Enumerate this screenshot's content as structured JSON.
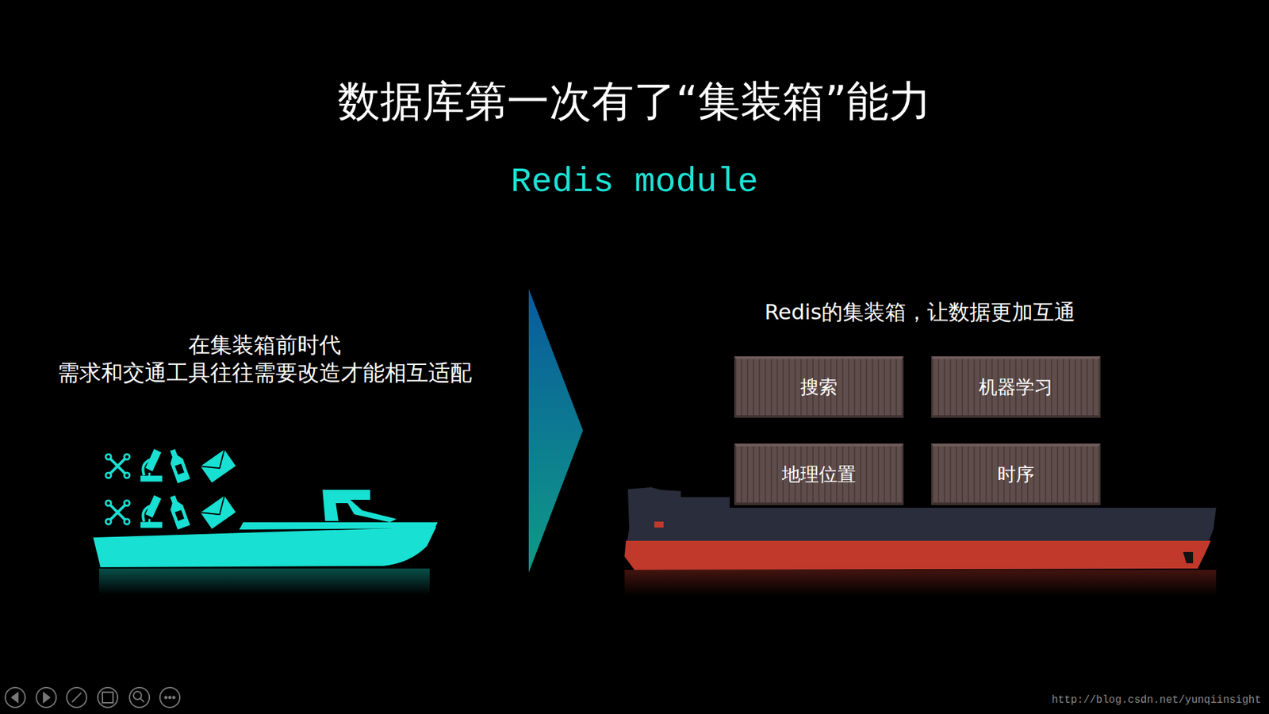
{
  "diagram": {
    "title": "数据库第一次有了“集装箱”能力",
    "nodes": [
      {
        "text": [
          "搜索"
        ]
      },
      {
        "text": [
          "机器学习"
        ]
      },
      {
        "text": [
          "地理位置"
        ]
      },
      {
        "text": [
          "时序"
        ]
      }
    ],
    "labels": [
      "Redis module",
      "在集装箱前时代",
      "需求和交通工具往往需要改造才能相互适配",
      "Redis的集装箱，让数据更加互通",
      "http://blog.csdn.net/yunqiinsight"
    ]
  }
}
